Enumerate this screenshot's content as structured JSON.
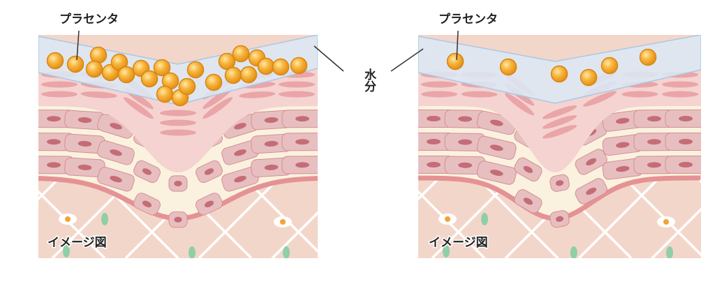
{
  "labels": {
    "left_placenta": "プラセンタ",
    "right_placenta": "プラセンタ",
    "water": "水分",
    "left_image_note": "イメージ図",
    "right_image_note": "イメージ図"
  },
  "colors": {
    "water_film": "#dbe9f6",
    "water_edge": "#a9c7e6",
    "epidermis": "#f5d3d1",
    "epidermis_cell": "#e9a5a7",
    "basal_layer": "#faf2de",
    "basal_cell": "#e8bfc0",
    "basal_cell_edge": "#d48f93",
    "nucleus": "#c56d76",
    "membrane": "#e59294",
    "dermis": "#f3d6ca",
    "fiber": "#ffffff",
    "fibroblast_fill": "#ffffff",
    "fibroblast_center": "#f3a23a",
    "green_cell": "#8fcfa8",
    "placenta_fill": "#f6b13a",
    "placenta_edge": "#d98510"
  }
}
